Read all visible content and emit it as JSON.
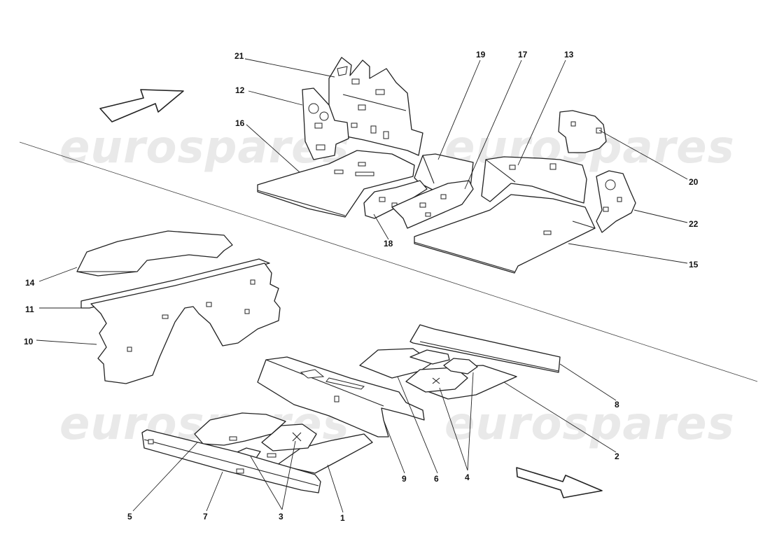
{
  "watermark": {
    "text": "eurospares",
    "color": "#e9e9e9"
  },
  "callouts": {
    "c21": "21",
    "c12": "12",
    "c16": "16",
    "c19": "19",
    "c17": "17",
    "c13": "13",
    "c20": "20",
    "c22": "22",
    "c15": "15",
    "c18": "18",
    "c14": "14",
    "c11": "11",
    "c10": "10",
    "c8": "8",
    "c2": "2",
    "c9": "9",
    "c6": "6",
    "c4": "4",
    "c5": "5",
    "c7": "7",
    "c3": "3",
    "c1": "1"
  },
  "icons": {
    "direction_arrow": "direction-arrow-icon"
  },
  "colors": {
    "line": "#222222",
    "background": "#ffffff"
  }
}
